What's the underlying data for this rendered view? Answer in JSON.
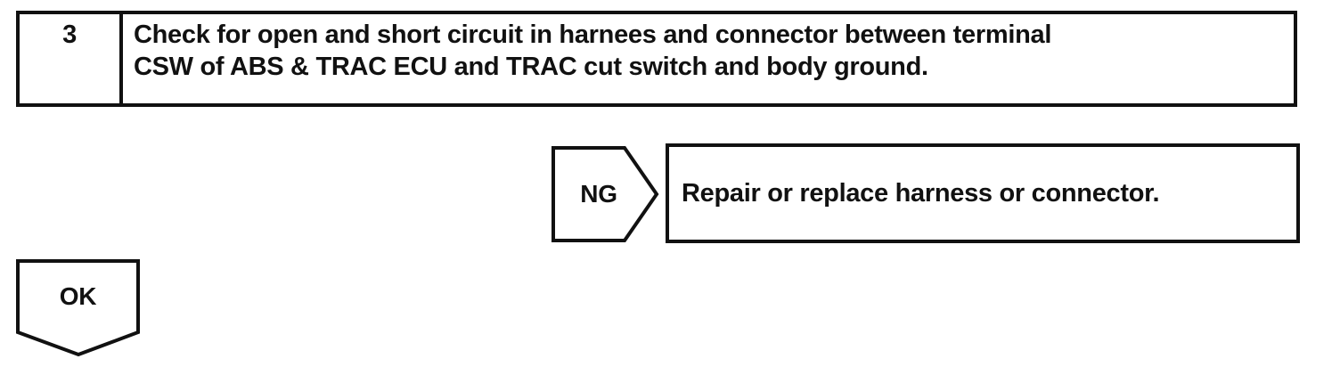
{
  "page": {
    "paper_color": "#ffffff",
    "ink_color": "#111111"
  },
  "flowchart": {
    "step": {
      "number": "3",
      "instruction": "Check for open and short circuit in harnees and connector between terminal\nCSW of ABS & TRAC ECU and TRAC cut switch and body ground."
    },
    "ng": {
      "label": "NG",
      "result": "Repair or replace harness or connector."
    },
    "ok": {
      "label": "OK"
    }
  }
}
